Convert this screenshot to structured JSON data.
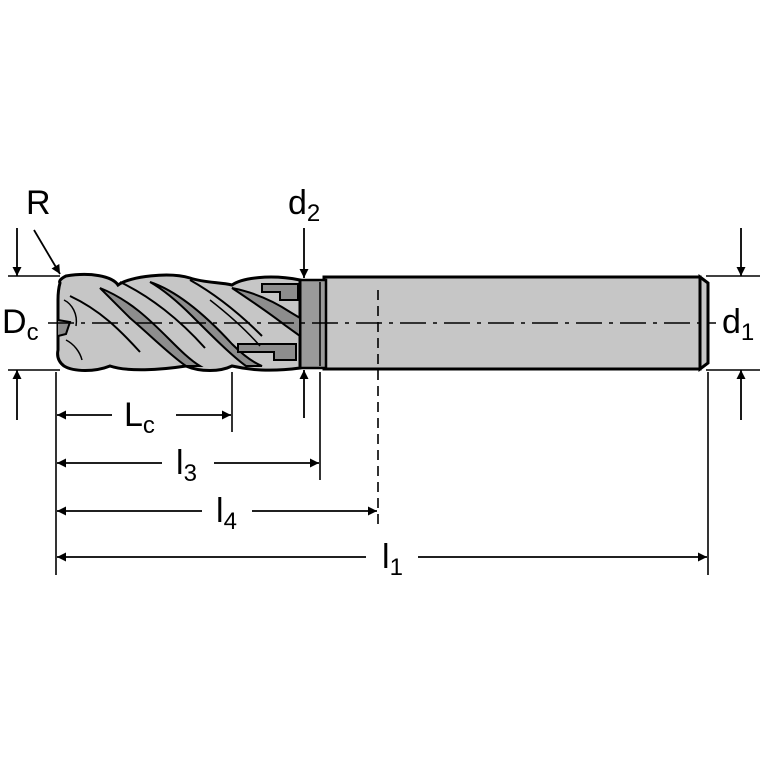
{
  "colors": {
    "body_fill": "#c6c6c6",
    "flute_dark": "#8d8d8d",
    "outline": "#000000",
    "background": "#ffffff"
  },
  "labels": {
    "R": {
      "main": "R",
      "sub": ""
    },
    "d2": {
      "main": "d",
      "sub": "2"
    },
    "Dc": {
      "main": "D",
      "sub": "c"
    },
    "d1": {
      "main": "d",
      "sub": "1"
    },
    "Lc": {
      "main": "L",
      "sub": "c"
    },
    "l3": {
      "main": "l",
      "sub": "3"
    },
    "l4": {
      "main": "l",
      "sub": "4"
    },
    "l1": {
      "main": "l",
      "sub": "1"
    }
  }
}
